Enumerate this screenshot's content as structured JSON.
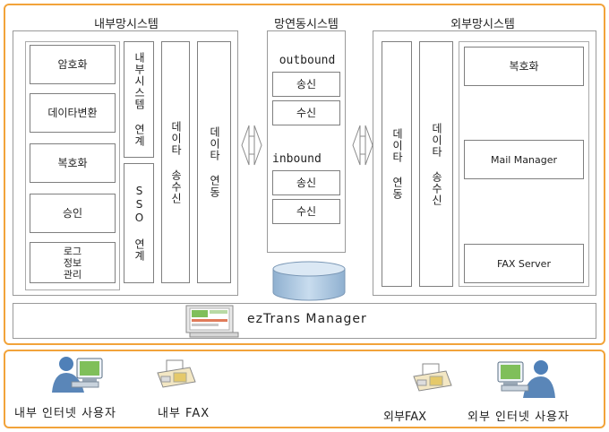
{
  "internal": {
    "title": "내부망시스템",
    "boxes": [
      "암호화",
      "데이타변환",
      "복호화",
      "승인",
      "로그\n정보\n관리"
    ],
    "internal_link": "내부시스템 연계",
    "sso_link": "SSO 연계",
    "col_send_recv": "데이타 송수신",
    "col_link": "데이타 연동"
  },
  "network": {
    "title": "망연동시스템",
    "outbound_label": "outbound",
    "outbound_items": [
      "송신",
      "수신"
    ],
    "inbound_label": "inbound",
    "inbound_items": [
      "송신",
      "수신"
    ]
  },
  "external": {
    "title": "외부망시스템",
    "col_link": "데이타 연동",
    "col_send_recv": "데이타 송수신",
    "boxes": [
      "복호화",
      "Mail Manager",
      "FAX Server"
    ]
  },
  "manager": {
    "label": "ezTrans Manager"
  },
  "bottom": {
    "internal_user": "내부 인터넷 사용자",
    "internal_fax": "내부 FAX",
    "external_fax": "외부FAX",
    "external_user": "외부 인터넷 사용자"
  },
  "colors": {
    "frame": "#f2a33a",
    "cylinder": "#a8c3dc",
    "user_shirt": "#5a86b8"
  }
}
